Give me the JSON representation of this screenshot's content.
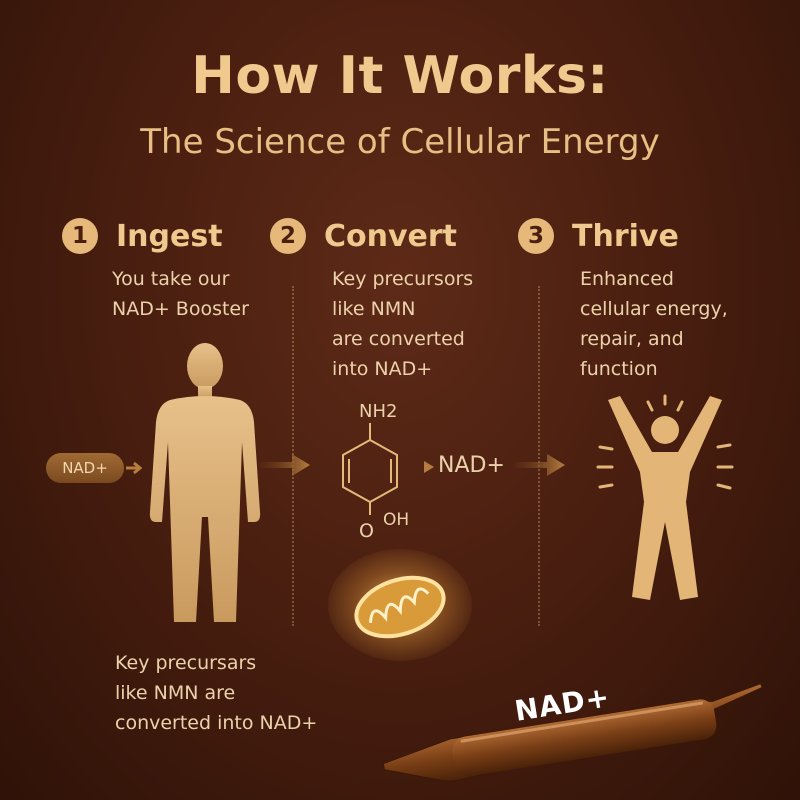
{
  "header": {
    "title": "How It Works:",
    "subtitle": "The Science of Cellular Energy"
  },
  "steps": [
    {
      "number": "1",
      "title": "Ingest",
      "description": [
        "You take our",
        "NAD+ Booster"
      ],
      "icon": "human-silhouette-icon"
    },
    {
      "number": "2",
      "title": "Convert",
      "description": [
        "Key precursors",
        "like NMN",
        "are converted",
        "into NAD+"
      ],
      "icon": "molecule-structure-icon"
    },
    {
      "number": "3",
      "title": "Thrive",
      "description": [
        "Enhanced",
        "cellular energy,",
        "repair, and",
        "function"
      ],
      "icon": "energized-figure-icon"
    }
  ],
  "flow": {
    "input_pill": "NAD+",
    "output_label": "NAD+",
    "molecule_top_label": "NH2",
    "molecule_bottom_label_o": "O",
    "molecule_bottom_label_oh": "OH"
  },
  "footer": {
    "text": [
      "Key precursars",
      "like NMN are",
      "converted into NAD+"
    ]
  },
  "ampoule": {
    "label": "NAD+"
  },
  "colors": {
    "background": "#4a1f10",
    "accent": "#e6b97a",
    "text": "#ecd2ab"
  }
}
